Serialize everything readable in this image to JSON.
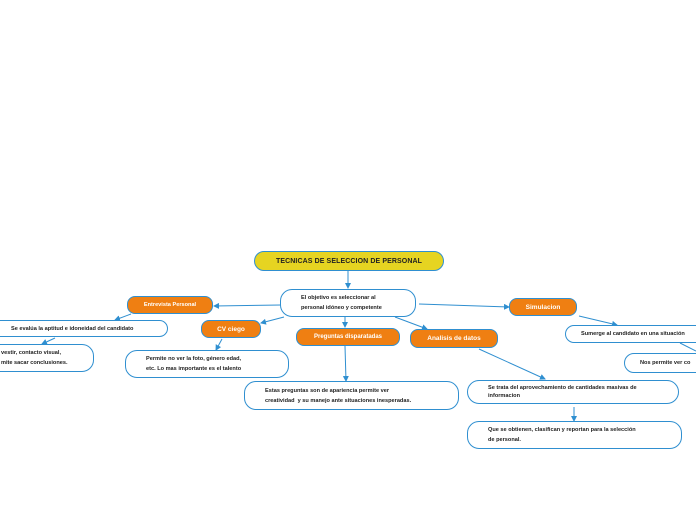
{
  "root": {
    "label": "TECNICAS DE SELECCION DE PERSONAL"
  },
  "objective": {
    "text": "El objetivo es seleccionar al\npersonal idóneo y competente"
  },
  "topics": {
    "entrevista": "Entrevista Personal",
    "cv_ciego": "CV ciego",
    "preguntas": "Preguntas disparatadas",
    "analisis": "Analisis de datos",
    "simulacion": "Simulacion"
  },
  "notes": {
    "entrevista_1": "Se evalúa la aptitud e idoneidad del candidato",
    "entrevista_2": "vestir, contacto visual,\nmite sacar conclusiones.",
    "cv_ciego": "Permite no ver la foto, género edad,\netc. Lo mas importante es el talento",
    "preguntas": "Estas preguntas son de apariencia permite ver\ncreatividad  y su manejo ante situaciones inesperadas.",
    "analisis_1": "Se trata del aprovechamiento de cantidades masivas de\ninformacion",
    "analisis_2": "Que se obtienen, clasifican y reportan para la selección\nde personal.",
    "simulacion_1": "Sumerge al candidato en una situación",
    "simulacion_2": "Nos permite ver co"
  },
  "colors": {
    "root_fill": "#e6d421",
    "topic_fill": "#ef7f12",
    "border": "#2f8fd0",
    "connector": "#2f8fd0"
  }
}
